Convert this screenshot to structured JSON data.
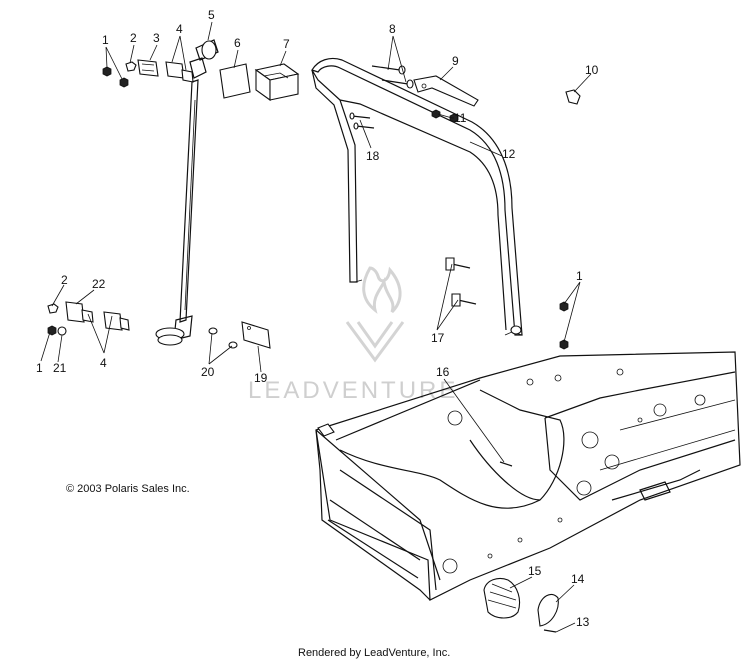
{
  "callouts": [
    "1",
    "2",
    "3",
    "4",
    "5",
    "6",
    "7",
    "8",
    "9",
    "10",
    "11",
    "12",
    "13",
    "14",
    "15",
    "16",
    "17",
    "18",
    "19",
    "20",
    "21",
    "22"
  ],
  "copyright": "© 2003 Polaris Sales Inc.",
  "watermark": "LEADVENTURE",
  "footer": "Rendered by LeadVenture, Inc."
}
